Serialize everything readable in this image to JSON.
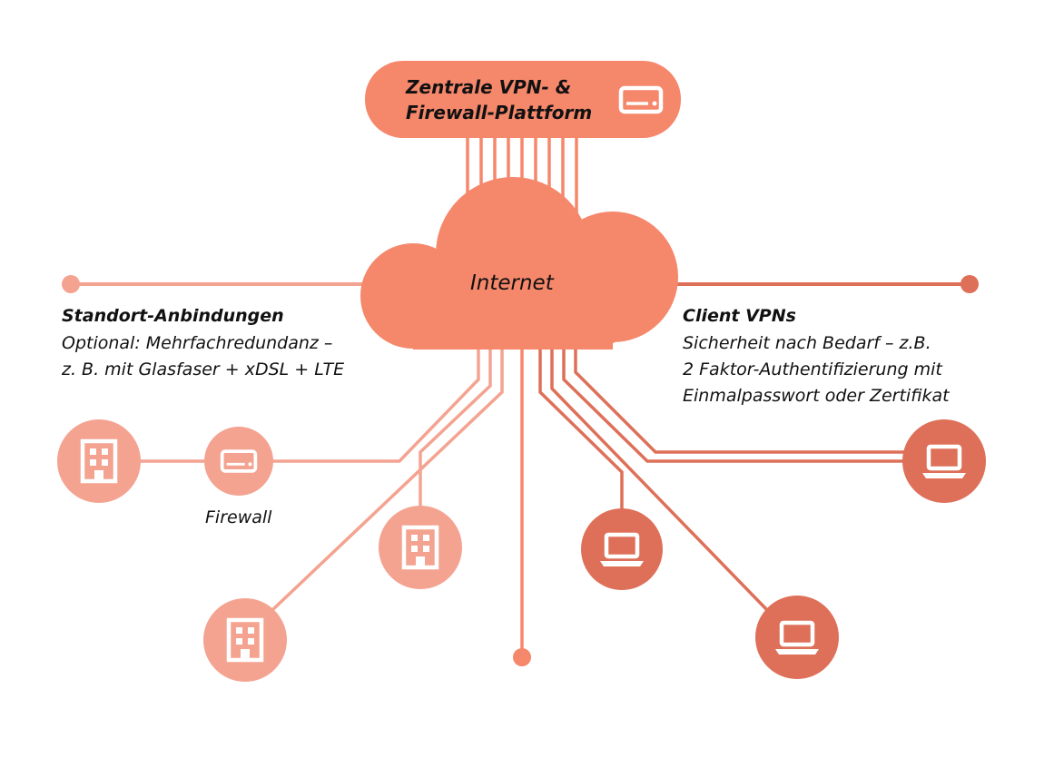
{
  "colors": {
    "primary": "#f5876b",
    "light": "#f4a391",
    "dark": "#de7059",
    "icon_stroke": "#ffffff",
    "text": "#111111"
  },
  "header": {
    "title_line1": "Zentrale VPN- &",
    "title_line2": "Firewall-Plattform",
    "icon": "firewall-device-icon"
  },
  "cloud": {
    "label": "Internet"
  },
  "left": {
    "title": "Standort-Anbindungen",
    "desc_line1": "Optional: Mehrfachredundanz –",
    "desc_line2": "z. B. mit Glasfaser + xDSL + LTE"
  },
  "right": {
    "title": "Client VPNs",
    "desc_line1": "Sicherheit nach Bedarf – z.B.",
    "desc_line2": "2 Faktor-Authentifizierung mit",
    "desc_line3": "Einmalpasswort oder Zertifikat"
  },
  "nodes": {
    "firewall_label": "Firewall",
    "building_icon": "building-icon",
    "laptop_icon": "laptop-icon"
  }
}
